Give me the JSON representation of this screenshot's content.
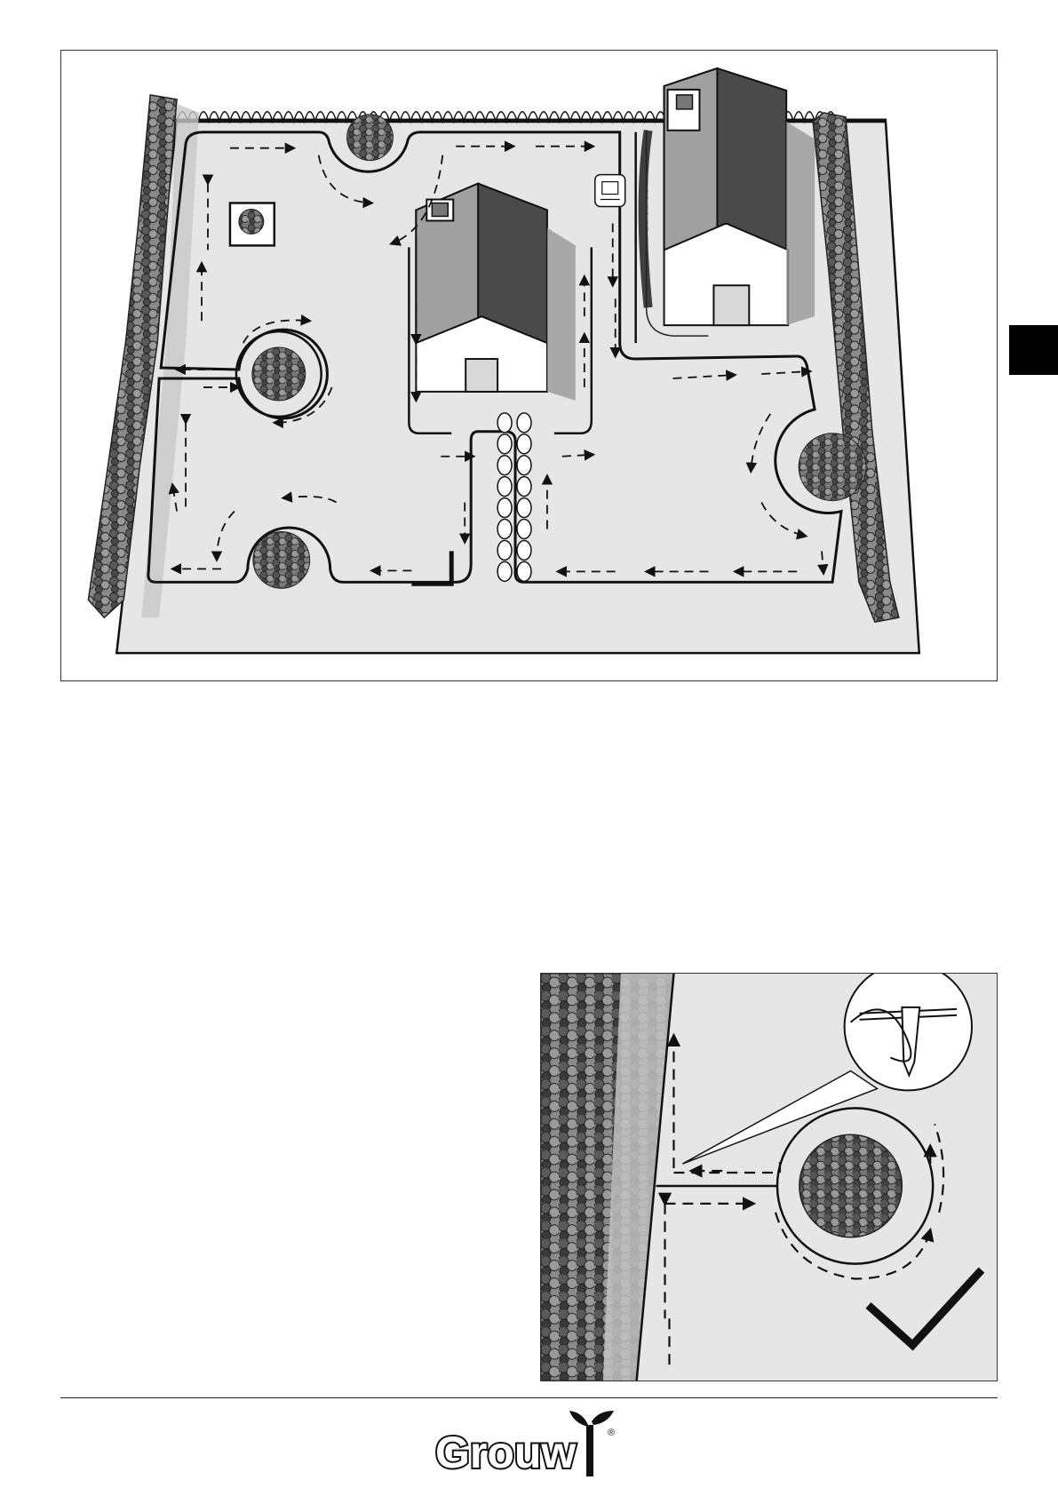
{
  "document": {
    "figure_main": {
      "icon": "garden-boundary-wire-layout-illustration"
    },
    "figure_detail": {
      "icon": "boundary-wire-around-shrub-correct-illustration"
    }
  },
  "footer": {
    "brand_name": "Grouw",
    "brand_mark": "®"
  },
  "colors": {
    "lawn": "#e4e4e4",
    "house_roof_light": "#9c9c9c",
    "house_roof_dark": "#4a4a4a",
    "hedge": "#6f6f6f",
    "outline": "#111111",
    "tab": "#000000"
  }
}
